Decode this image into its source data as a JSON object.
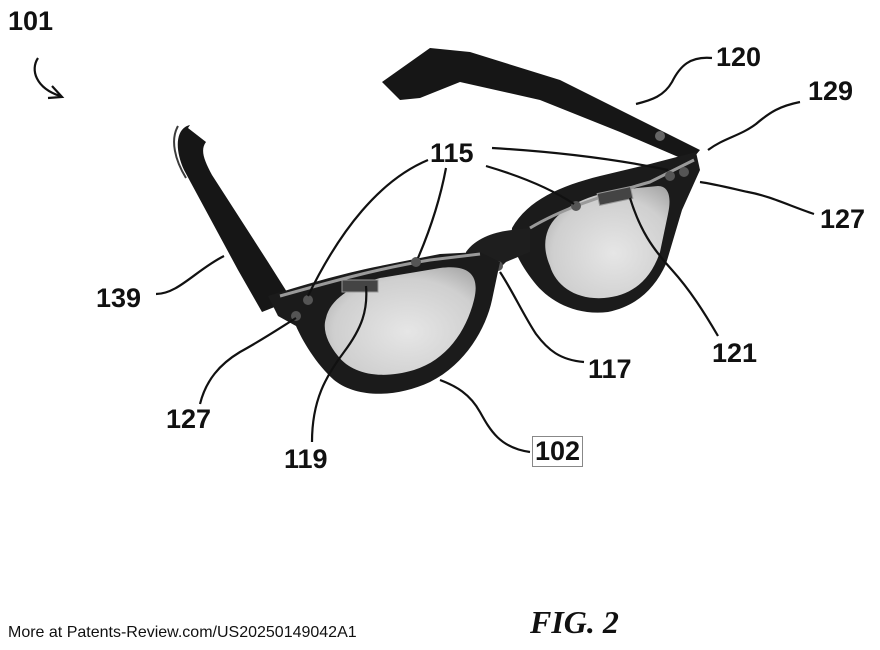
{
  "figure": {
    "caption": "FIG. 2",
    "reference_numerals": {
      "r101": "101",
      "r120": "120",
      "r129": "129",
      "r115": "115",
      "r127_right": "127",
      "r139": "139",
      "r117": "117",
      "r121": "121",
      "r127_left": "127",
      "r119": "119",
      "r102": "102"
    }
  },
  "footer": {
    "source_note": "More at Patents-Review.com/US20250149042A1"
  }
}
